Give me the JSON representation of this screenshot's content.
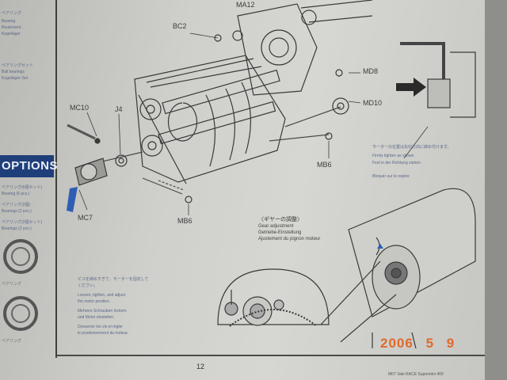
{
  "callouts": {
    "ma12": "MA12",
    "bc2": "BC2",
    "md8": "MD8",
    "md10": "MD10",
    "mc10": "MC10",
    "j4": "J4",
    "mb6_a": "MB6",
    "mb6_b": "MB6",
    "mc7": "MC7"
  },
  "options_header": "OPTIONS",
  "gear_section": {
    "title": "〈ギヤーの調整〉",
    "lines": [
      "Gear adjustment",
      "Getriebe-Einstellung",
      "Ajustement du pignon moteur"
    ]
  },
  "motor_note": {
    "lines": [
      "モーターの位置は矢印方向に締め付けます。",
      "Firmly tighten as shown",
      "Fest in der Richtung ziehen",
      "Bloquer sur le repère"
    ]
  },
  "warning_note": {
    "lines": [
      "ビスを締めすぎて、モーターを固定して",
      "ください。",
      "Loosen, tighten, and adjust",
      "the motor position.",
      "Mehrere Schrauben lockern",
      "und Motor einstellen.",
      "Desserrer les vis et régler",
      "le positionnement du moteur."
    ]
  },
  "left_column": {
    "top_lines": [
      "ベアリング",
      "Bearing",
      "Roulement",
      "Kugellager"
    ],
    "mid_lines": [
      "ベアリングセット",
      "Ball bearings",
      "Kugellager-Set"
    ],
    "options_lines": [
      "ベアリング(6個セット)",
      "Bearing (6 pcs.)",
      "ベアリング(2個)",
      "Bearings (2 pcs.)",
      "ベアリング(2個セット)",
      "Bearings (2 pcs.)"
    ],
    "ring1_label": "ベアリング",
    "ring2_label": "ベアリング"
  },
  "page_number": "12",
  "footer_text": "M07 Vale RACE Supermini 400",
  "date_stamp": [
    "2006",
    "5",
    "9"
  ],
  "colors": {
    "paper": "#d2d2ce",
    "ink": "#3a3a3a",
    "options_band": "#1f3f7a",
    "date_stamp": "#e06a2a",
    "arrow": "#2a2a2a"
  }
}
